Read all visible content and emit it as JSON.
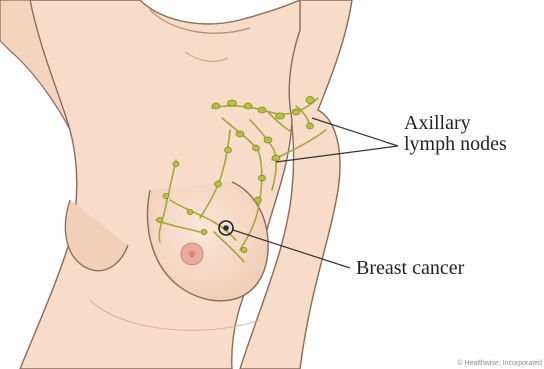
{
  "labels": {
    "axillary_line1": "Axillary",
    "axillary_line2": "lymph nodes",
    "breast_cancer": "Breast cancer"
  },
  "copyright": "© Healthwise, Incorporated",
  "colors": {
    "skin": "#f6dcc9",
    "skin_shadow": "#eac2a8",
    "outline": "#7a5a4a",
    "lymph_vessel": "#a3a839",
    "lymph_node": "#b6c23d",
    "callout_line": "#333333",
    "tumor": "#222222"
  }
}
